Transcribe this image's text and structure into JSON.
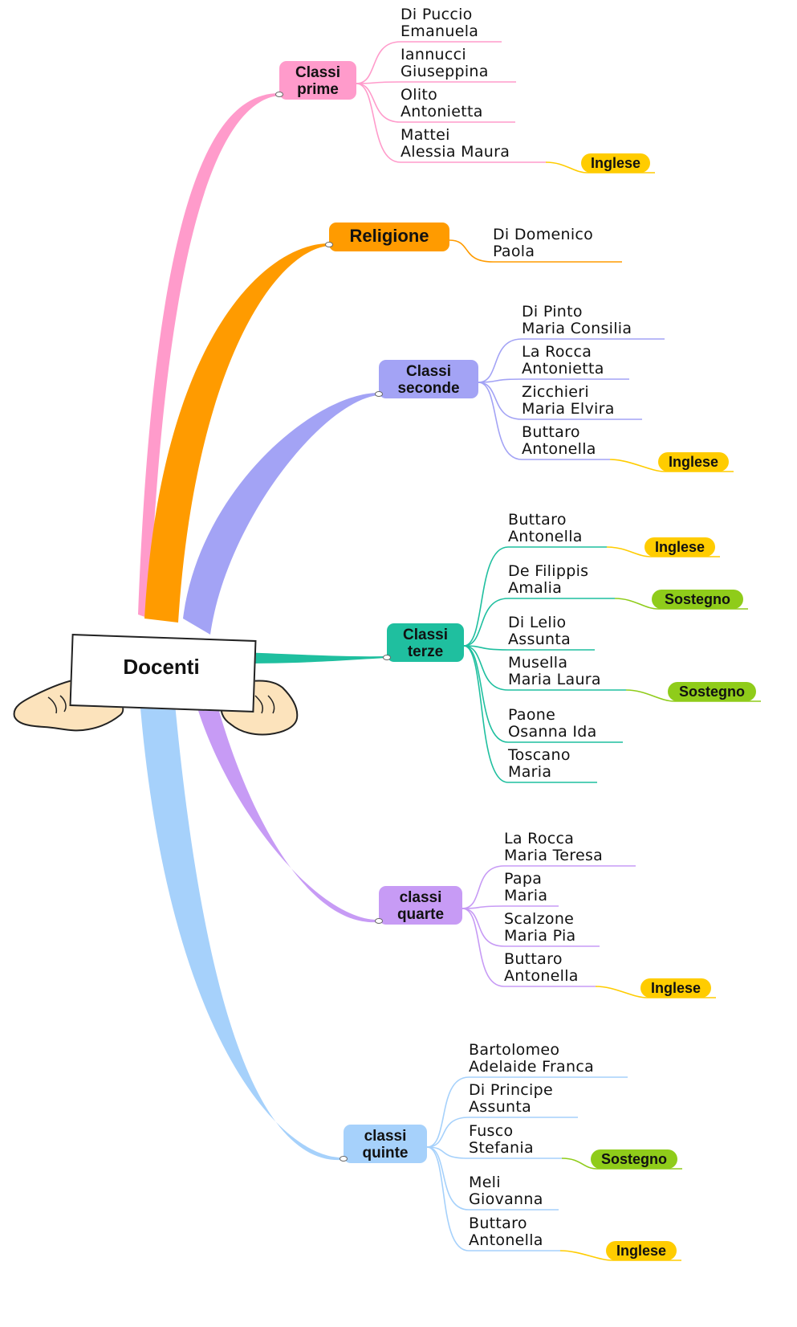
{
  "root": {
    "label": "Docenti"
  },
  "colors": {
    "prime": "#ff9bcb",
    "religione": "#ff9b00",
    "seconde": "#a3a3f5",
    "terze": "#1fbf9f",
    "quarte": "#c79bf5",
    "quinte": "#a6d1fb",
    "inglese": "#ffcc00",
    "sostegno": "#8fcc1a"
  },
  "branches": [
    {
      "id": "prime",
      "label_lines": [
        "Classi",
        "prime"
      ],
      "teachers": [
        {
          "lines": [
            "Di Puccio",
            "Emanuela"
          ]
        },
        {
          "lines": [
            "Iannucci",
            "Giuseppina"
          ]
        },
        {
          "lines": [
            "Olito",
            "Antonietta"
          ]
        },
        {
          "lines": [
            "Mattei",
            "Alessia Maura"
          ],
          "tag": "Inglese"
        }
      ]
    },
    {
      "id": "religione",
      "label_lines": [
        "Religione"
      ],
      "teachers": [
        {
          "lines": [
            "Di Domenico",
            "Paola"
          ]
        }
      ]
    },
    {
      "id": "seconde",
      "label_lines": [
        "Classi",
        "seconde"
      ],
      "teachers": [
        {
          "lines": [
            "Di Pinto",
            "Maria Consilia"
          ]
        },
        {
          "lines": [
            "La Rocca",
            "Antonietta"
          ]
        },
        {
          "lines": [
            "Zicchieri",
            "Maria Elvira"
          ]
        },
        {
          "lines": [
            "Buttaro",
            "Antonella"
          ],
          "tag": "Inglese"
        }
      ]
    },
    {
      "id": "terze",
      "label_lines": [
        "Classi",
        "terze"
      ],
      "teachers": [
        {
          "lines": [
            "Buttaro",
            "Antonella"
          ],
          "tag": "Inglese"
        },
        {
          "lines": [
            "De Filippis",
            "Amalia"
          ],
          "tag": "Sostegno"
        },
        {
          "lines": [
            "Di Lelio",
            "Assunta"
          ]
        },
        {
          "lines": [
            "Musella",
            "Maria Laura"
          ],
          "tag": "Sostegno"
        },
        {
          "lines": [
            "Paone",
            "Osanna Ida"
          ]
        },
        {
          "lines": [
            "Toscano",
            "Maria"
          ]
        }
      ]
    },
    {
      "id": "quarte",
      "label_lines": [
        "classi",
        "quarte"
      ],
      "teachers": [
        {
          "lines": [
            "La Rocca",
            "Maria Teresa"
          ]
        },
        {
          "lines": [
            "Papa",
            "Maria"
          ]
        },
        {
          "lines": [
            "Scalzone",
            "Maria Pia"
          ]
        },
        {
          "lines": [
            "Buttaro",
            "Antonella"
          ],
          "tag": "Inglese"
        }
      ]
    },
    {
      "id": "quinte",
      "label_lines": [
        "classi",
        "quinte"
      ],
      "teachers": [
        {
          "lines": [
            "Bartolomeo",
            "Adelaide Franca"
          ]
        },
        {
          "lines": [
            "Di Principe",
            "Assunta"
          ]
        },
        {
          "lines": [
            "Fusco",
            "Stefania"
          ],
          "tag": "Sostegno"
        },
        {
          "lines": [
            "Meli",
            "Giovanna"
          ]
        },
        {
          "lines": [
            "Buttaro",
            "Antonella"
          ],
          "tag": "Inglese"
        }
      ]
    }
  ]
}
